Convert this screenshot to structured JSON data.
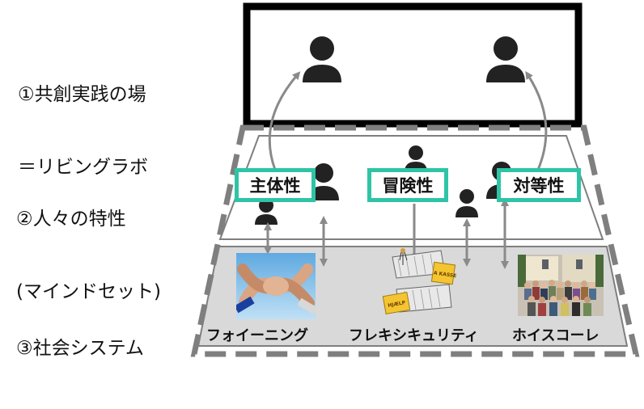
{
  "layers": {
    "layer1": {
      "line1": "①共創実践の場",
      "line2": "＝リビングラボ"
    },
    "layer2": {
      "line1": "②人々の特性",
      "line2": "(マインドセット)"
    },
    "layer3": {
      "line1": "③社会システム"
    }
  },
  "traits": [
    "主体性",
    "冒険性",
    "対等性"
  ],
  "systems": [
    "フォイーニング",
    "フレキシキュリティ",
    "ホイスコーレ"
  ],
  "colors": {
    "trait_border": "#2ec4a6",
    "arrow": "#8a8a8a",
    "dashed_border": "#7f7f7f",
    "system_fill": "#d9d9d9",
    "person": "#222222"
  },
  "images": {
    "poster_text_1": "A KASSE",
    "poster_text_2": "HJÆLP"
  }
}
